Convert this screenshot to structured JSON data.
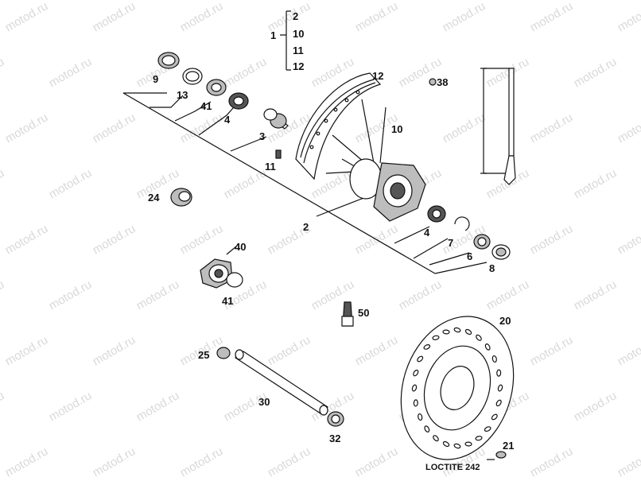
{
  "watermark": "motod.ru",
  "kit": {
    "main": "1",
    "items": [
      "2",
      "10",
      "11",
      "12"
    ]
  },
  "labels": {
    "p2": "2",
    "p3": "3",
    "p4a": "4",
    "p4b": "4",
    "p6": "6",
    "p7": "7",
    "p8": "8",
    "p9": "9",
    "p10": "10",
    "p11": "11",
    "p12": "12",
    "p13": "13",
    "p20": "20",
    "p21": "21",
    "p24": "24",
    "p25": "25",
    "p30": "30",
    "p32": "32",
    "p38": "38",
    "p40": "40",
    "p41a": "41",
    "p41b": "41",
    "p50": "50"
  },
  "note": "LOCTITE 242",
  "colors": {
    "ink": "#111111",
    "watermark": "#d9d9d9",
    "shade": "#bdbdbd"
  }
}
